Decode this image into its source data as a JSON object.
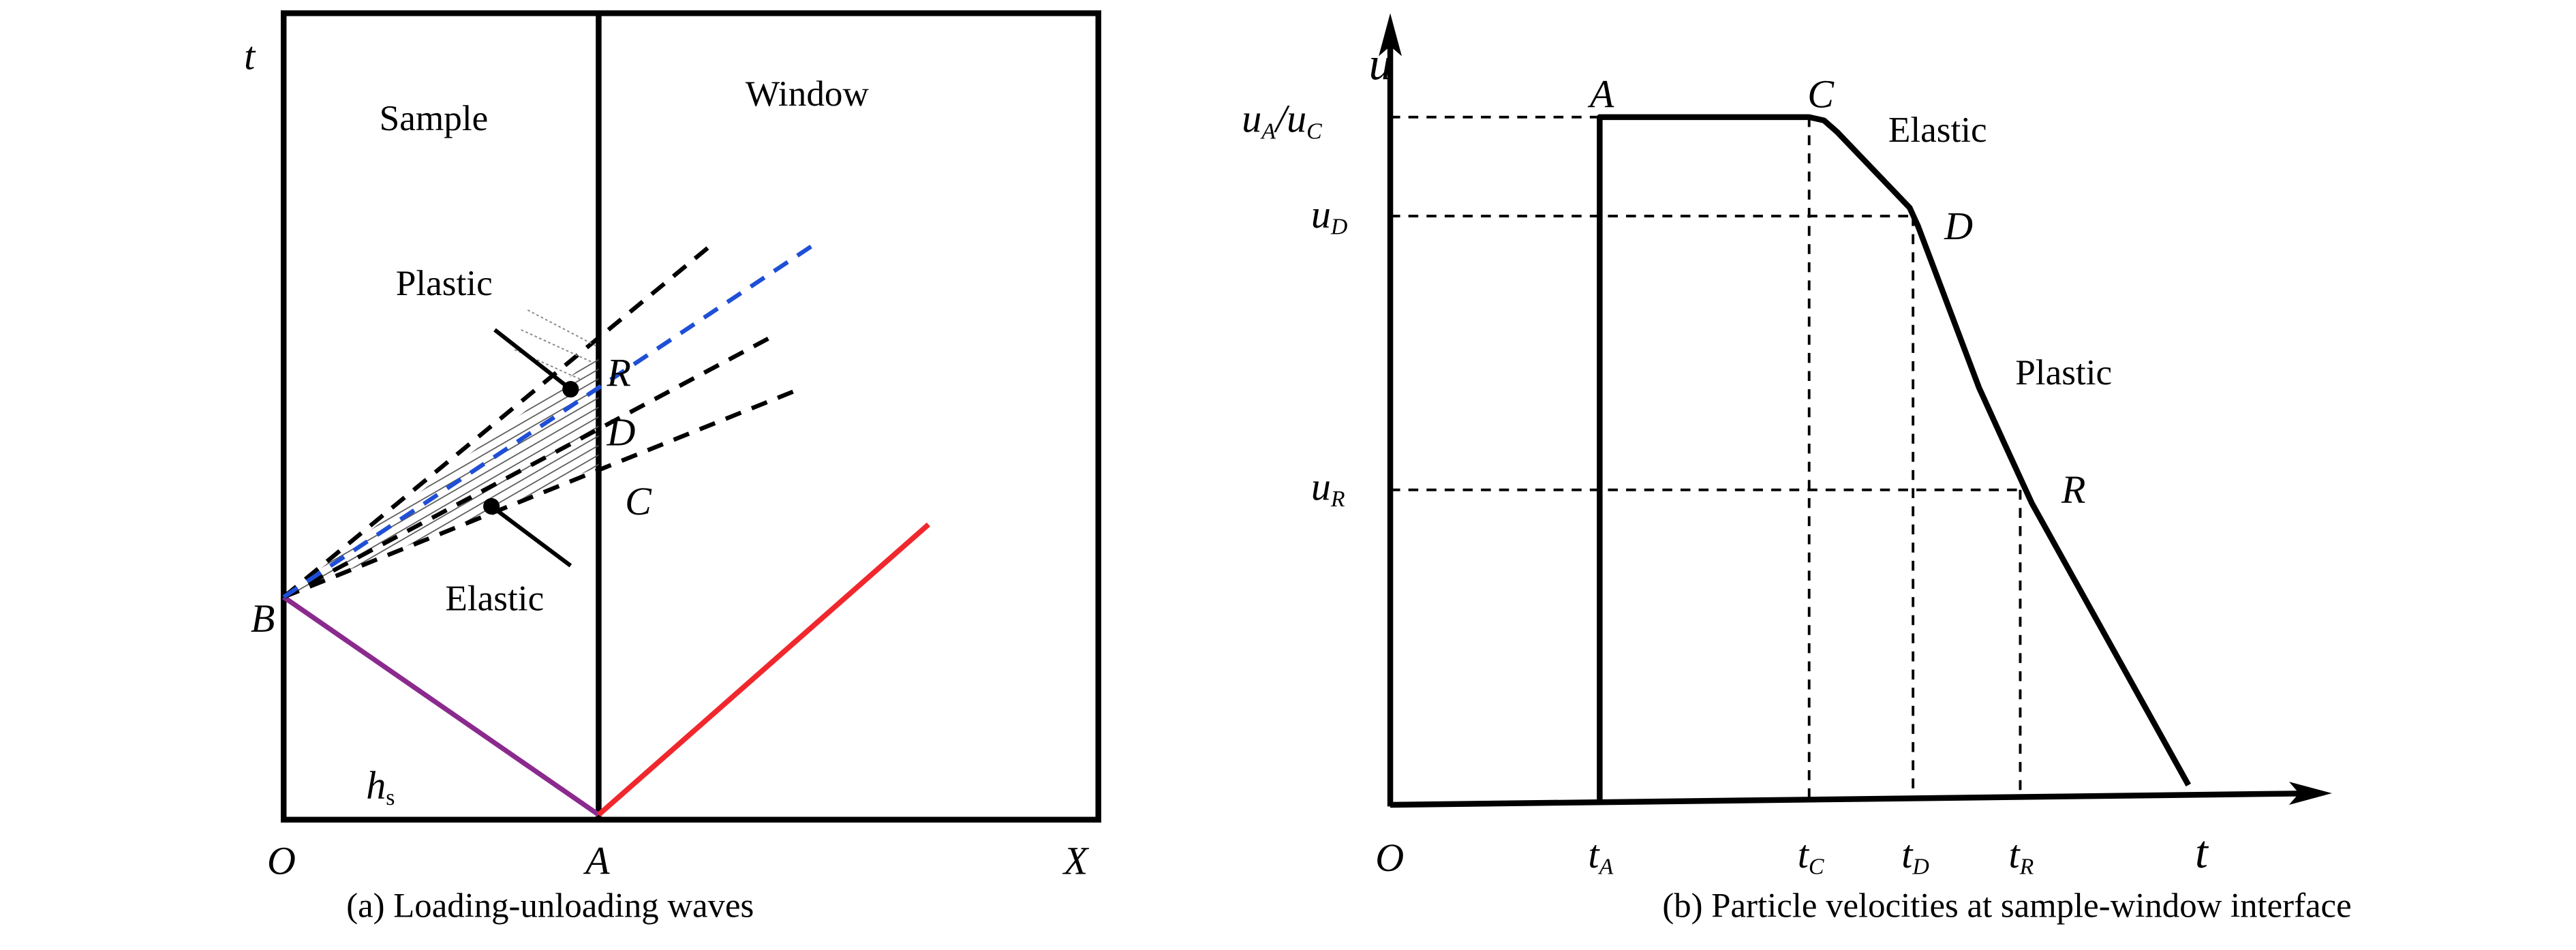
{
  "panel_a": {
    "axis_t": "t",
    "region_sample": "Sample",
    "region_window": "Window",
    "label_plastic": "Plastic",
    "label_elastic": "Elastic",
    "point_B": "B",
    "point_R": "R",
    "point_D": "D",
    "point_C": "C",
    "thickness_h": "h",
    "thickness_sub": "s",
    "axis_O": "O",
    "axis_A": "A",
    "axis_X": "X",
    "caption": "(a) Loading-unloading waves",
    "colors": {
      "unloading_blue": "#1f4fd6",
      "reflected_purple": "#8b2a8e",
      "window_red": "#f0282d"
    }
  },
  "panel_b": {
    "axis_u": "u",
    "axis_t": "t",
    "origin": "O",
    "point_A": "A",
    "point_C": "C",
    "point_D": "D",
    "point_R": "R",
    "label_elastic": "Elastic",
    "label_plastic": "Plastic",
    "u_labels": [
      {
        "main": "u",
        "sub": "A",
        "sep": "/",
        "main2": "u",
        "sub2": "C"
      },
      {
        "main": "u",
        "sub": "D"
      },
      {
        "main": "u",
        "sub": "R"
      }
    ],
    "t_labels": [
      {
        "main": "t",
        "sub": "A"
      },
      {
        "main": "t",
        "sub": "C"
      },
      {
        "main": "t",
        "sub": "D"
      },
      {
        "main": "t",
        "sub": "R"
      }
    ],
    "caption": "(b) Particle velocities at sample-window interface"
  }
}
